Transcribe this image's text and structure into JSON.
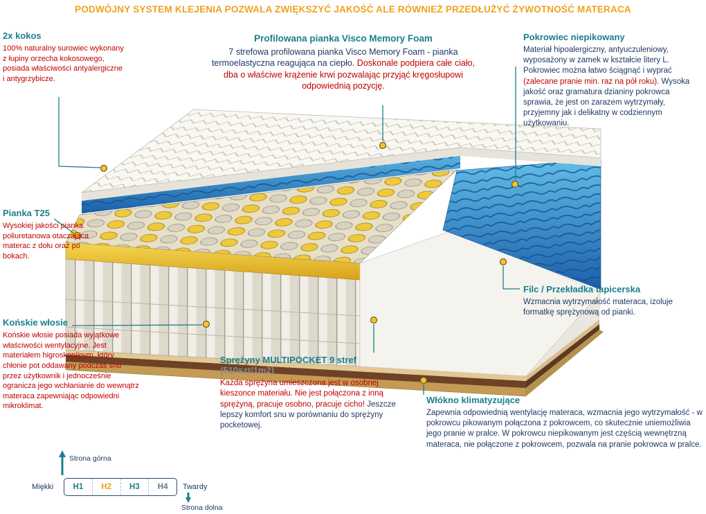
{
  "header": {
    "title": "PODWÓJNY SYSTEM KLEJENIA POZWALA ZWIĘKSZYĆ JAKOŚĆ ALE RÓWNIEŻ PRZEDŁUŻYĆ ŻYWOTNOŚĆ MATERACA"
  },
  "callouts": {
    "kokos": {
      "title": "2x kokos",
      "body": "100% naturalny surowiec wykonany z łupiny orzecha kokosowego, posiada właściwości antyalergiczne i antygrzybicze."
    },
    "pianka_t25": {
      "title": "Pianka T25",
      "body": "Wysokiej jakości pianka poliuretanowa otaczająca materac z dołu oraz po bokach."
    },
    "konskie_wlosie": {
      "title": "Końskie włosie",
      "body": "Końskie włosie posiada wyjątkowe właściwości wentylacyjne. Jest materiałem higroskopijnym, który chłonie pot oddawany podczas snu przez użytkownik i jednocześnie ogranicza jego wchłanianie do wewnątrz materaca zapewniając odpowiedni mikroklimat."
    },
    "visco": {
      "title": "Profilowana pianka Visco Memory Foam",
      "body_main": "7 strefowa profilowana pianka Visco Memory Foam - pianka termoelastyczna reagująca na ciepło. ",
      "body_accent": "Doskonale podpiera całe ciało, dba o właściwe krążenie krwi pozwalając przyjąć kręgosłupowi odpowiednią pozycję."
    },
    "multipocket": {
      "title": "Sprężyny MULTIPOCKET 9 stref ",
      "title_note": "(510szt/1m2)",
      "body_main": "Każda sprężyna umieszczona jest w osobnej kieszonce materiału. Nie jest połączona z inną sprężyną, pracuje osobno, pracuje cicho! ",
      "body_accent": "Jeszcze lepszy komfort snu w porównaniu do sprężyny pocketowej."
    },
    "pokrowiec": {
      "title": "Pokrowiec niepikowany",
      "body_1": "Materiał hipoalergiczny, antyuczuleniowy, wyposażony w zamek w kształcie litery L. Pokrowiec można łatwo ściągnąć i wyprać ",
      "body_accent": "(zalecane pranie min. raz na pół roku).",
      "body_2": " Wysoka jakość oraz gramatura dzianiny pokrowca sprawia, że jest on zarazem wytrzymały, przyjemny jak i delikatny w codziennym użytkowaniu."
    },
    "filc": {
      "title": "Filc / Przekładka tapicerska",
      "body": "Wzmacnia wytrzymałość materaca, izoluje formatkę sprężynową od pianki."
    },
    "wlokno": {
      "title": "Włókno klimatyzujące",
      "body": "Zapewnia odpowiednią wentylację materaca, wzmacnia jego wytrzymałość - w pokrowcu pikowanym połączona z pokrowcem, co skutecznie uniemożliwia jego pranie w pralce. W pokrowcu niepikowanym jest częścią wewnętrzną materaca, nie połączone z pokrowcem, pozwala na pranie pokrowca w pralce."
    }
  },
  "hardness_scale": {
    "top_label": "Strona górna",
    "bottom_label": "Strona dolna",
    "left_label": "Miękki",
    "right_label": "Twardy",
    "levels": [
      {
        "label": "H1",
        "color": "#1A7F8C"
      },
      {
        "label": "H2",
        "color": "#E8A222"
      },
      {
        "label": "H3",
        "color": "#1A7F8C"
      },
      {
        "label": "H4",
        "color": "#5E7A8A"
      }
    ]
  },
  "icons": {
    "top_arrow": "up-arrow",
    "bottom_arrow": "down-arrow"
  },
  "colors": {
    "accent_teal": "#1A7F8C",
    "accent_orange": "#F0A11E",
    "text_red": "#C00000",
    "text_navy": "#1F3864",
    "mattress_blue": "#2B7BC0",
    "spring_yellow": "#EFC93C"
  }
}
